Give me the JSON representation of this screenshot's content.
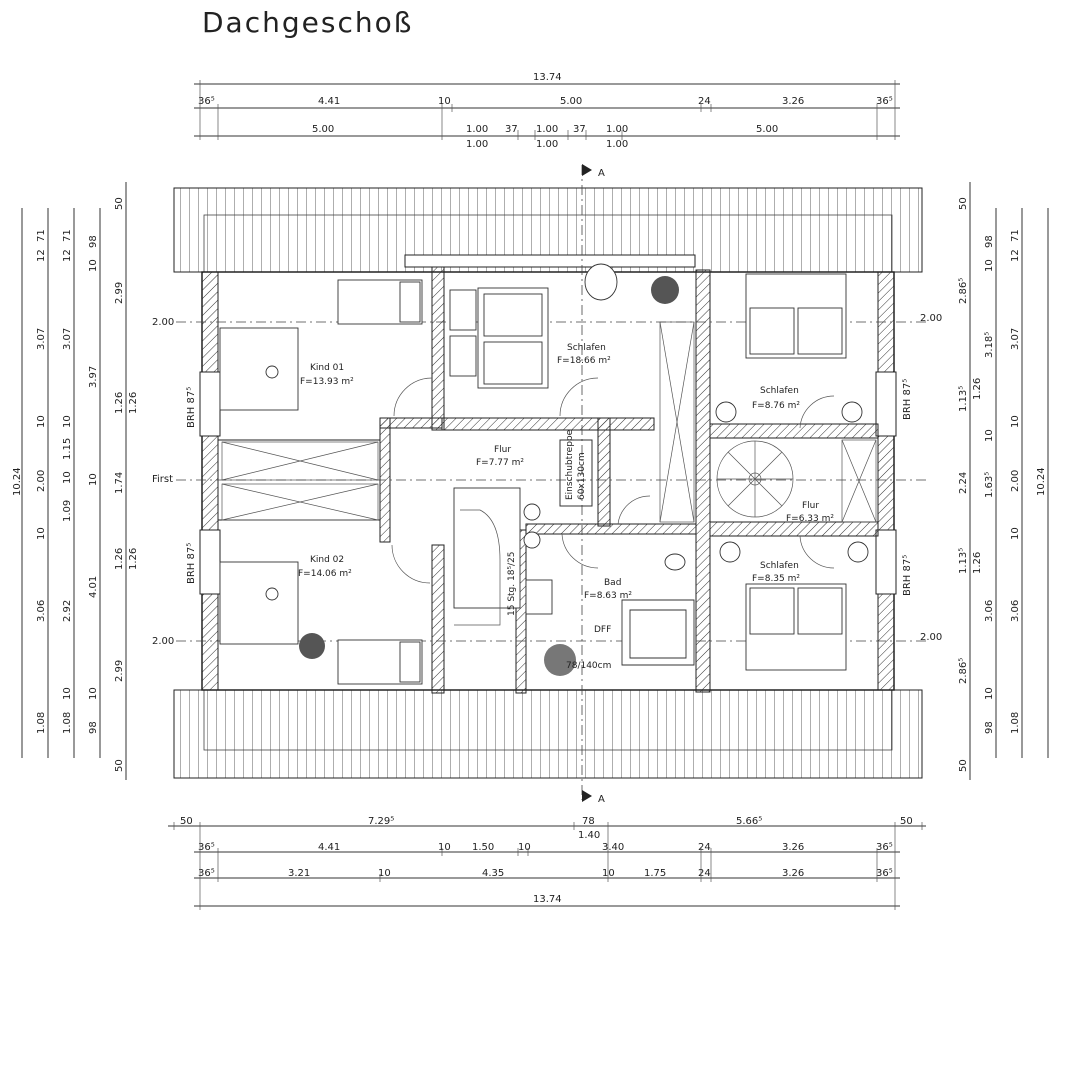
{
  "title": "Dachgeschoß",
  "section_marker": "A",
  "dimensions": {
    "top_total": "13.74",
    "top_row2": [
      "36⁵",
      "4.41",
      "10",
      "5.00",
      "24",
      "3.26",
      "36⁵"
    ],
    "top_row3": [
      "5.00",
      "1.00",
      "37",
      "1.00",
      "37",
      "1.00",
      "5.00"
    ],
    "top_row3_sub": [
      "1.00",
      "1.00",
      "1.00"
    ],
    "bottom_row1": [
      "50",
      "7.29⁵",
      "78",
      "5.66⁵",
      "50"
    ],
    "bottom_row1_sub": "1.40",
    "bottom_row2": [
      "36⁵",
      "4.41",
      "10",
      "1.50",
      "10",
      "3.40",
      "24",
      "3.26",
      "36⁵"
    ],
    "bottom_row3": [
      "36⁵",
      "3.21",
      "10",
      "4.35",
      "10",
      "1.75",
      "24",
      "3.26",
      "36⁵"
    ],
    "bottom_total": "13.74",
    "left_outer": "10.24",
    "left_col1": [
      "12",
      "71",
      "3.07",
      "10",
      "2.00",
      "10",
      "3.06",
      "1.08"
    ],
    "left_col2": [
      "12",
      "71",
      "3.07",
      "10",
      "1.15",
      "10",
      "1.09",
      "2.92",
      "10",
      "1.08"
    ],
    "left_col3": [
      "10",
      "98",
      "3.97",
      "10",
      "4.01",
      "10",
      "98"
    ],
    "left_col4": [
      "50",
      "2.99",
      "1.26",
      "1.74",
      "1.26",
      "2.99",
      "50"
    ],
    "left_col5": [
      "1.26",
      "1.26"
    ],
    "right_col1": [
      "50",
      "2.86⁵",
      "1.13⁵",
      "2.24",
      "1.13⁵",
      "2.86⁵",
      "50"
    ],
    "right_col2": [
      "10",
      "98",
      "3.18⁵",
      "1.26",
      "10",
      "1.63⁵",
      "1.26",
      "3.06",
      "10",
      "98"
    ],
    "right_col3": [
      "12",
      "71",
      "3.07",
      "10",
      "2.00",
      "10",
      "3.06",
      "1.08"
    ],
    "right_outer": "10.24",
    "level_marks": [
      "2.00",
      "2.00",
      "2.00",
      "2.00"
    ],
    "first_label": "First",
    "brh": "BRH 87⁵"
  },
  "rooms": [
    {
      "name": "Kind 01",
      "area": "F=13.93 m²"
    },
    {
      "name": "Schlafen",
      "area": "F=18.66 m²"
    },
    {
      "name": "Schlafen",
      "area": "F=8.76 m²"
    },
    {
      "name": "Flur",
      "area": "F=7.77 m²"
    },
    {
      "name": "Flur",
      "area": "F=6.33 m²"
    },
    {
      "name": "Kind 02",
      "area": "F=14.06 m²"
    },
    {
      "name": "Bad",
      "area": "F=8.63 m²"
    },
    {
      "name": "Schlafen",
      "area": "F=8.35 m²"
    }
  ],
  "annotations": {
    "stairs": "15 Stg. 18⁵/25",
    "hatch_line1": "Einschubtreppe",
    "hatch_line2": "60x130cm",
    "shower_line1": "DFF",
    "shower_line2": "78/140cm"
  }
}
